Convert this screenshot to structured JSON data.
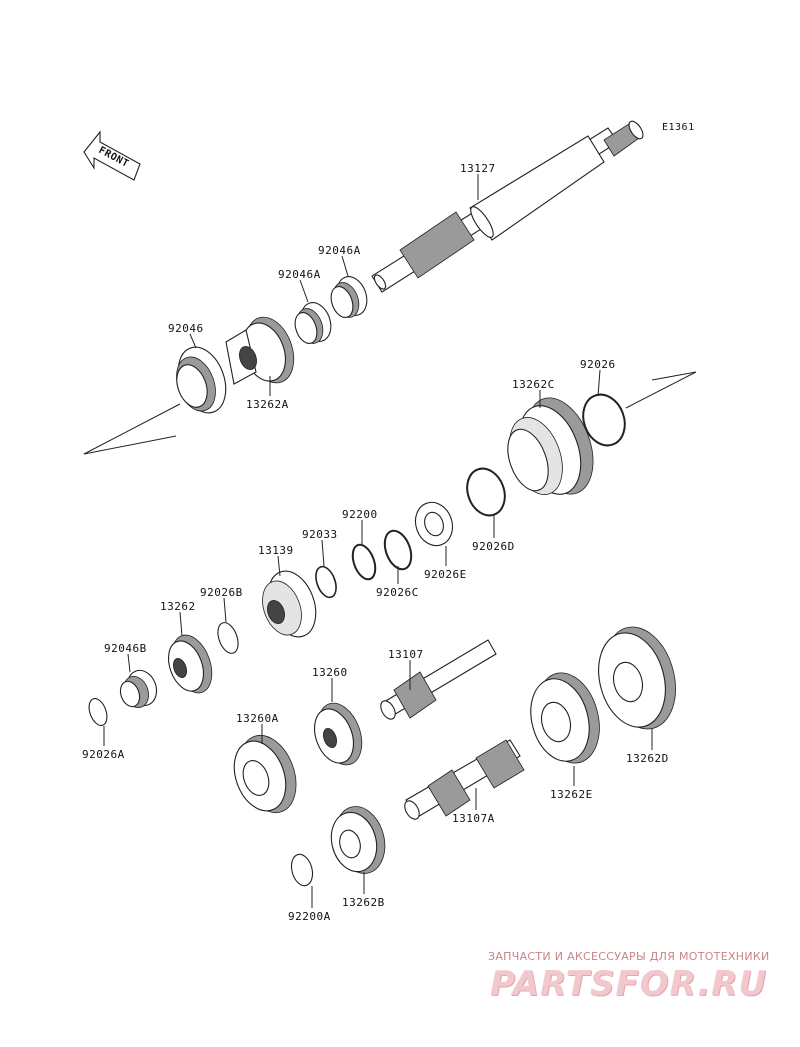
{
  "diagram": {
    "code": "E1361",
    "front": "FRONT",
    "labels": {
      "p13127": "13127",
      "p92046A_1": "92046A",
      "p92046A_2": "92046A",
      "p92046": "92046",
      "p13262A": "13262A",
      "p13262C": "13262C",
      "p92026": "92026",
      "p92200": "92200",
      "p92033": "92033",
      "p13139": "13139",
      "p92026B": "92026B",
      "p13262": "13262",
      "p92046B": "92046B",
      "p92026A": "92026A",
      "p92026C": "92026C",
      "p92026E": "92026E",
      "p92026D": "92026D",
      "p13107": "13107",
      "p13260": "13260",
      "p13260A": "13260A",
      "p13262E": "13262E",
      "p13262D": "13262D",
      "p13107A": "13107A",
      "p13262B": "13262B",
      "p92200A": "92200A"
    }
  },
  "watermark": {
    "tagline": "ЗАПЧАСТИ И АКСЕССУАРЫ ДЛЯ МОТОТЕХНИКИ",
    "logo": "PARTSFOR.RU"
  },
  "colors": {
    "line": "#222222",
    "watermark": "#e3a7ae"
  }
}
